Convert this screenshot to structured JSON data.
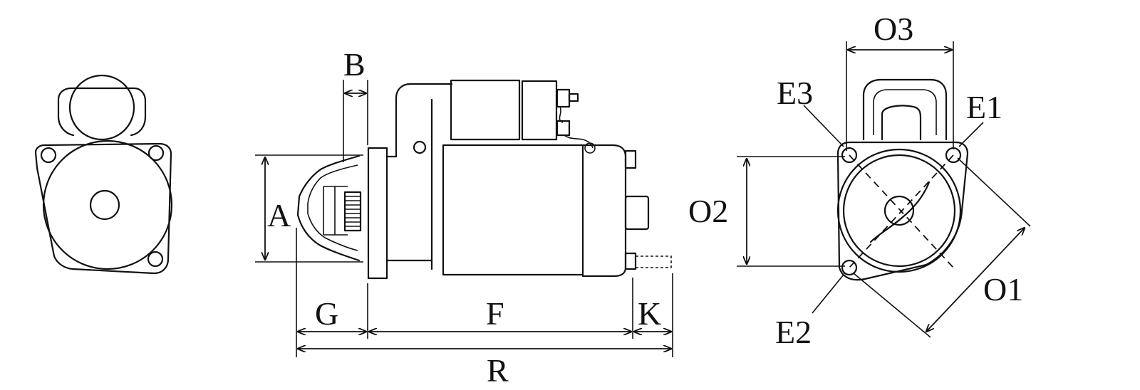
{
  "labels": {
    "A": "A",
    "B": "B",
    "G": "G",
    "F": "F",
    "K": "K",
    "R": "R",
    "O1": "O1",
    "O2": "O2",
    "O3": "O3",
    "E1": "E1",
    "E2": "E2",
    "E3": "E3"
  },
  "colors": {
    "ink": "#111111",
    "paper": "#ffffff"
  }
}
